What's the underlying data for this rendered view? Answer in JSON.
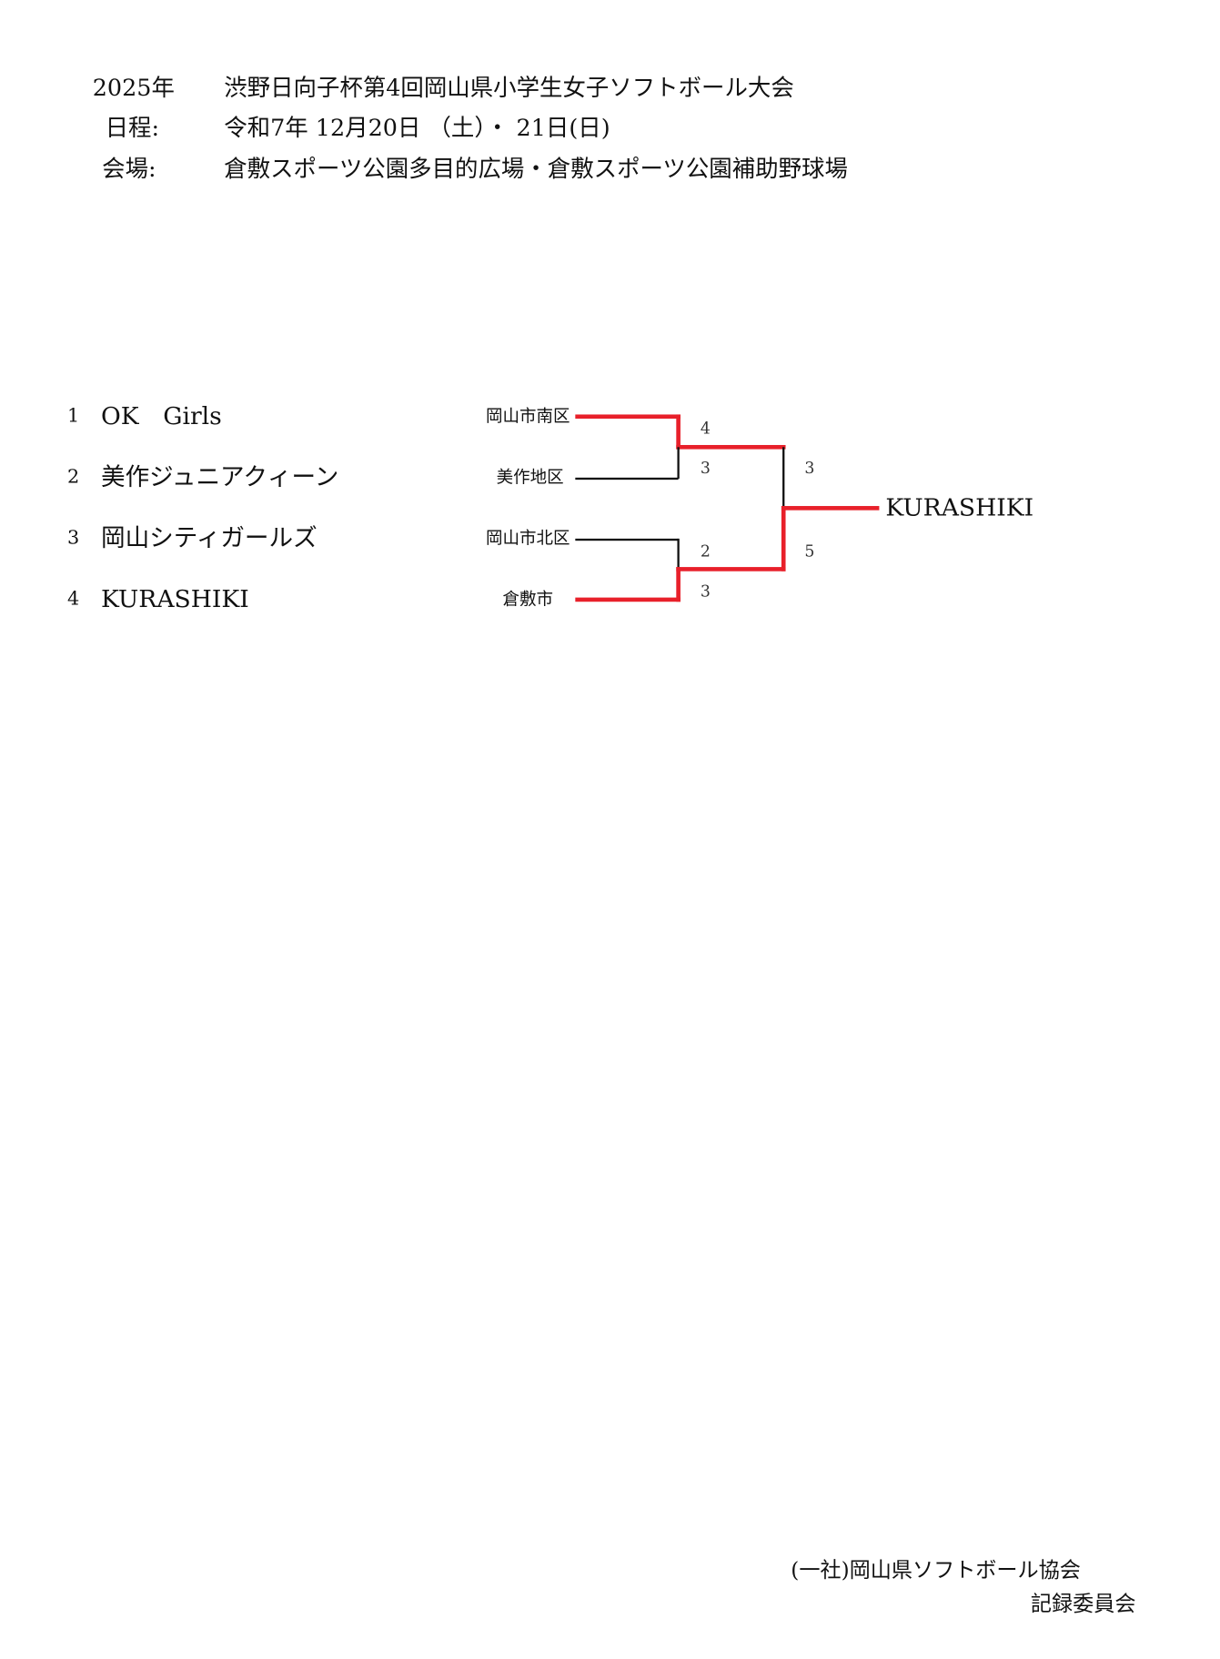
{
  "header": {
    "year": "2025年",
    "title": "渋野日向子杯第4回岡山県小学生女子ソフトボール大会",
    "schedule_label": "日程:",
    "schedule": "令和7年 12月20日 （土）・ 21日(日)",
    "venue_label": "会場:",
    "venue": "倉敷スポーツ公園多目的広場・倉敷スポーツ公園補助野球場"
  },
  "teams": [
    {
      "no": "1",
      "name": "OK　Girls",
      "region": "岡山市南区"
    },
    {
      "no": "2",
      "name": "美作ジュニアクィーン",
      "region": "美作地区"
    },
    {
      "no": "3",
      "name": "岡山シティガールズ",
      "region": "岡山市北区"
    },
    {
      "no": "4",
      "name": "KURASHIKI",
      "region": "倉敷市"
    }
  ],
  "scores": {
    "semi1": [
      "4",
      "3"
    ],
    "semi2": [
      "2",
      "3"
    ],
    "final": [
      "3",
      "5"
    ]
  },
  "champion": "KURASHIKI",
  "colors": {
    "winner_line": "#e8202a",
    "line": "#111111"
  },
  "footer": {
    "org": "(一社)岡山県ソフトボール協会",
    "committee": "記録委員会"
  }
}
